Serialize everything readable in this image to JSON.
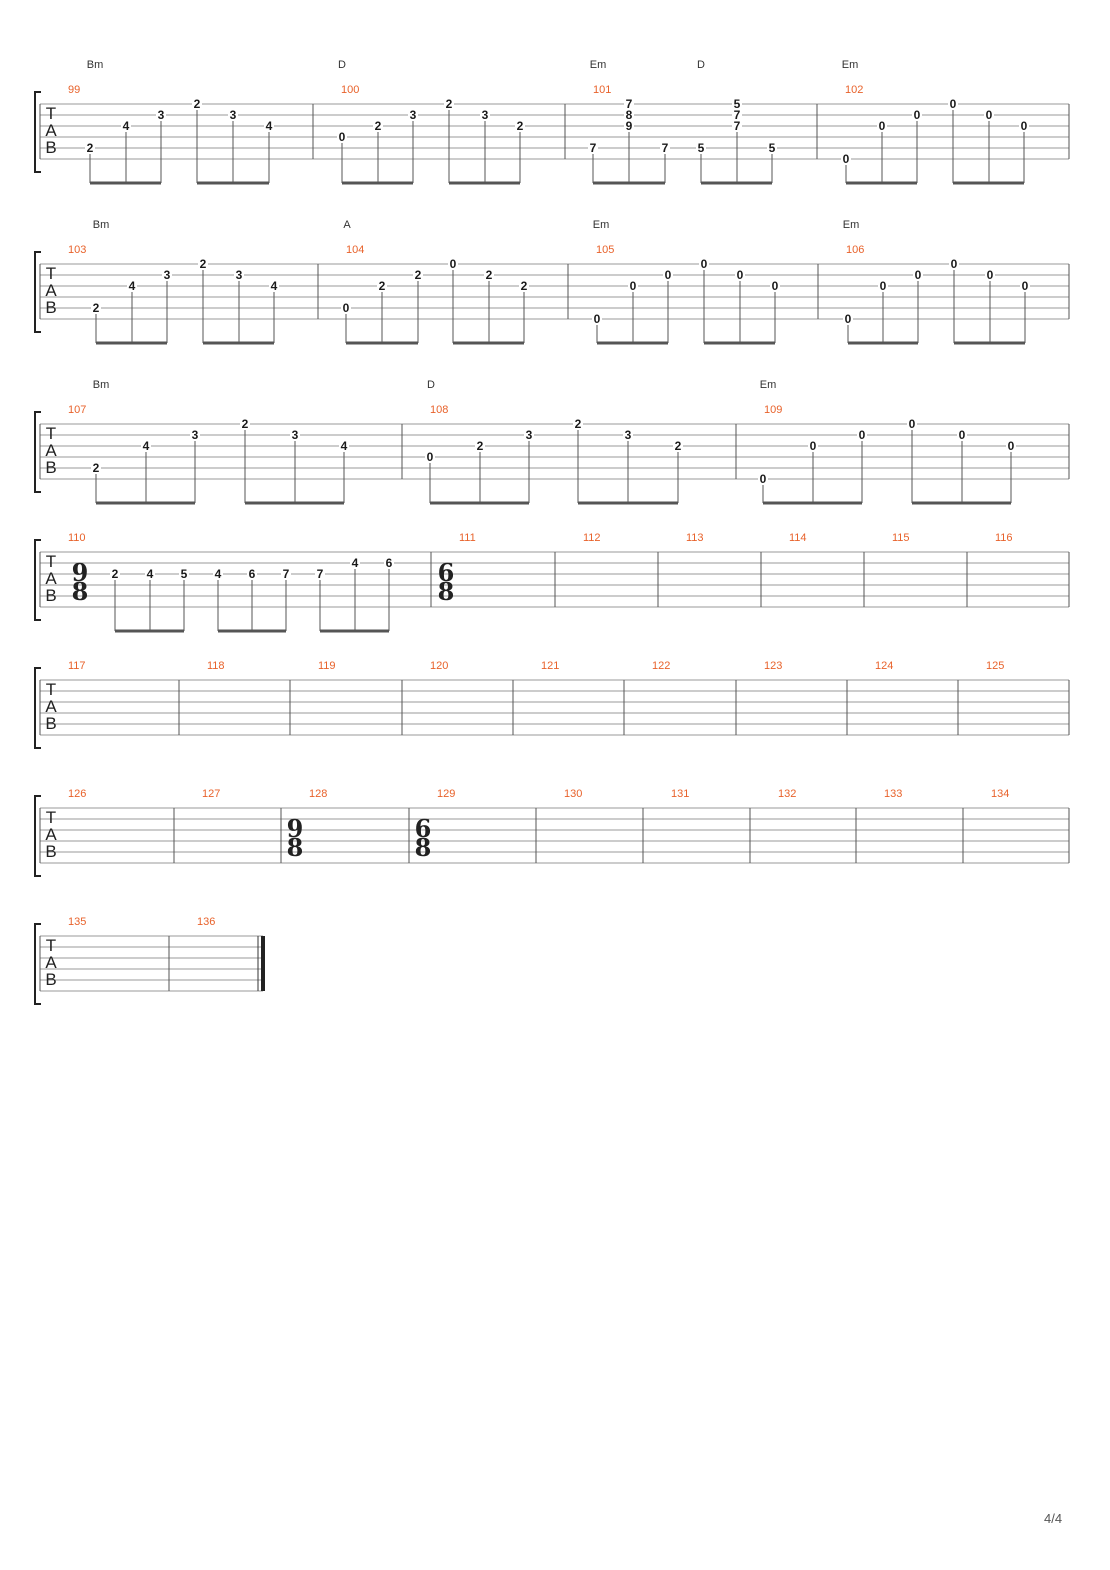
{
  "page_number": "4/4",
  "tab_clef": [
    "T",
    "A",
    "B"
  ],
  "colors": {
    "measure_number": "#e8622b",
    "staff_line": "#9a9a9a",
    "text": "#1a1a1a",
    "chord": "#333333"
  },
  "systems": [
    {
      "measures": [
        {
          "number": "99",
          "notes": [
            [
              "2"
            ],
            [
              "4"
            ],
            [
              "3"
            ],
            [
              "2"
            ],
            [
              "3"
            ],
            [
              "4"
            ]
          ]
        },
        {
          "number": "100",
          "notes": [
            [
              "0"
            ],
            [
              "2"
            ],
            [
              "3"
            ],
            [
              "2"
            ],
            [
              "3"
            ],
            [
              "2"
            ]
          ]
        },
        {
          "number": "101",
          "notes": [
            [
              "7"
            ],
            [
              "7",
              "8",
              "9"
            ],
            [
              "7"
            ],
            [
              "5"
            ],
            [
              "5",
              "7",
              "7"
            ],
            [
              "5"
            ]
          ]
        },
        {
          "number": "102",
          "notes": [
            [
              "0"
            ],
            [
              "0"
            ],
            [
              "0"
            ],
            [
              "0"
            ],
            [
              "0"
            ],
            [
              "0"
            ]
          ]
        }
      ],
      "chords": [
        "Bm",
        "D",
        "Em",
        "D",
        "Em"
      ]
    },
    {
      "measures": [
        {
          "number": "103",
          "notes": [
            [
              "2"
            ],
            [
              "4"
            ],
            [
              "3"
            ],
            [
              "2"
            ],
            [
              "3"
            ],
            [
              "4"
            ]
          ]
        },
        {
          "number": "104",
          "notes": [
            [
              "0"
            ],
            [
              "2"
            ],
            [
              "2"
            ],
            [
              "0"
            ],
            [
              "2"
            ],
            [
              "2"
            ]
          ]
        },
        {
          "number": "105",
          "notes": [
            [
              "0"
            ],
            [
              "0"
            ],
            [
              "0"
            ],
            [
              "0"
            ],
            [
              "0"
            ],
            [
              "0"
            ]
          ]
        },
        {
          "number": "106",
          "notes": [
            [
              "0"
            ],
            [
              "0"
            ],
            [
              "0"
            ],
            [
              "0"
            ],
            [
              "0"
            ],
            [
              "0"
            ]
          ]
        }
      ],
      "chords": [
        "Bm",
        "A",
        "Em",
        "Em"
      ]
    },
    {
      "measures": [
        {
          "number": "107",
          "notes": [
            [
              "2"
            ],
            [
              "4"
            ],
            [
              "3"
            ],
            [
              "2"
            ],
            [
              "3"
            ],
            [
              "4"
            ]
          ]
        },
        {
          "number": "108",
          "notes": [
            [
              "0"
            ],
            [
              "2"
            ],
            [
              "3"
            ],
            [
              "2"
            ],
            [
              "3"
            ],
            [
              "2"
            ]
          ]
        },
        {
          "number": "109",
          "notes": [
            [
              "0"
            ],
            [
              "0"
            ],
            [
              "0"
            ],
            [
              "0"
            ],
            [
              "0"
            ],
            [
              "0"
            ]
          ]
        }
      ],
      "chords": [
        "Bm",
        "D",
        "Em"
      ]
    },
    {
      "measures": [
        {
          "number": "110",
          "time_signature": [
            "9",
            "8"
          ],
          "notes": [
            [
              "2"
            ],
            [
              "4"
            ],
            [
              "5"
            ],
            [
              "4"
            ],
            [
              "6"
            ],
            [
              "7"
            ],
            [
              "7"
            ],
            [
              "4"
            ],
            [
              "6"
            ]
          ]
        },
        {
          "number": "111",
          "time_signature": [
            "6",
            "8"
          ],
          "notes": []
        },
        {
          "number": "112",
          "notes": []
        },
        {
          "number": "113",
          "notes": []
        },
        {
          "number": "114",
          "notes": []
        },
        {
          "number": "115",
          "notes": []
        },
        {
          "number": "116",
          "notes": []
        }
      ],
      "chords": []
    },
    {
      "measures": [
        {
          "number": "117",
          "notes": []
        },
        {
          "number": "118",
          "notes": []
        },
        {
          "number": "119",
          "notes": []
        },
        {
          "number": "120",
          "notes": []
        },
        {
          "number": "121",
          "notes": []
        },
        {
          "number": "122",
          "notes": []
        },
        {
          "number": "123",
          "notes": []
        },
        {
          "number": "124",
          "notes": []
        },
        {
          "number": "125",
          "notes": []
        }
      ],
      "chords": []
    },
    {
      "measures": [
        {
          "number": "126",
          "notes": []
        },
        {
          "number": "127",
          "notes": []
        },
        {
          "number": "128",
          "time_signature": [
            "9",
            "8"
          ],
          "notes": []
        },
        {
          "number": "129",
          "time_signature": [
            "6",
            "8"
          ],
          "notes": []
        },
        {
          "number": "130",
          "notes": []
        },
        {
          "number": "131",
          "notes": []
        },
        {
          "number": "132",
          "notes": []
        },
        {
          "number": "133",
          "notes": []
        },
        {
          "number": "134",
          "notes": []
        }
      ],
      "chords": []
    },
    {
      "measures": [
        {
          "number": "135",
          "notes": []
        },
        {
          "number": "136",
          "notes": [],
          "final_barline": true
        }
      ],
      "chords": []
    }
  ]
}
